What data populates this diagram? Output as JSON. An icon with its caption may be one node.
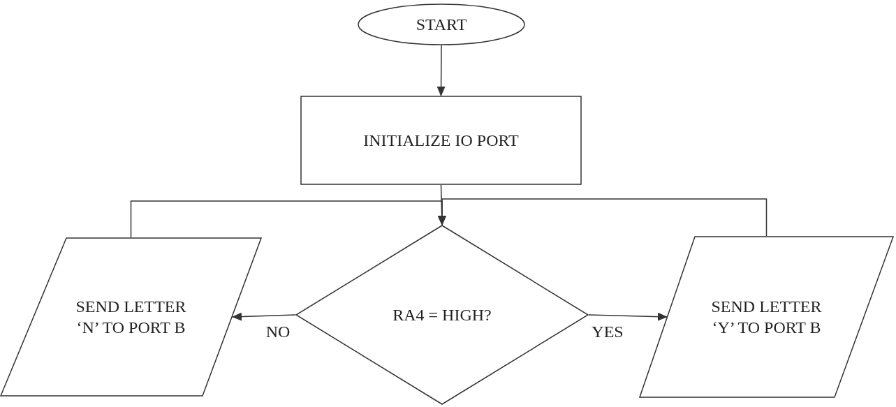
{
  "diagram": {
    "nodes": [
      {
        "text": [
          "START"
        ]
      },
      {
        "text": [
          "INITIALIZE IO PORT"
        ]
      },
      {
        "text": [
          "RA4 = HIGH?"
        ]
      },
      {
        "text": [
          "SEND LETTER ‘N’ TO PORT B"
        ]
      },
      {
        "text": [
          "SEND LETTER ‘Y’ TO PORT B"
        ]
      }
    ],
    "edges": [
      {
        "from": 0,
        "to": 1,
        "arrow": "to"
      },
      {
        "from": 1,
        "to": 2,
        "arrow": "to"
      },
      {
        "from": 2,
        "to": 3,
        "arrow": "to",
        "label": "NO"
      },
      {
        "from": 2,
        "to": 4,
        "arrow": "to",
        "label": "YES"
      },
      {
        "from": 3,
        "to": 2,
        "arrow": "to"
      },
      {
        "from": 4,
        "to": 2,
        "arrow": "to"
      }
    ]
  }
}
